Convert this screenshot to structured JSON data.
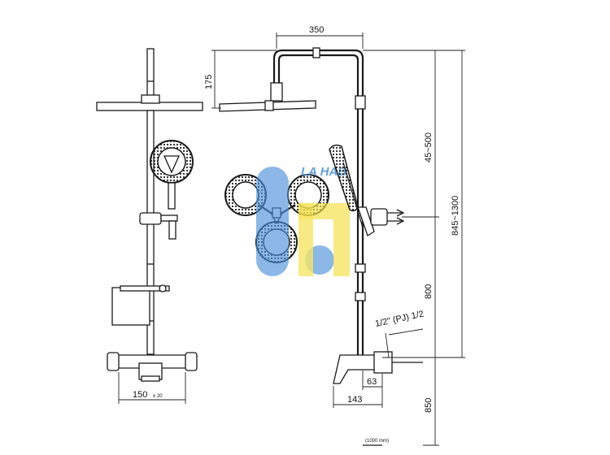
{
  "dimensions": {
    "top_width": "350",
    "head_height": "175",
    "arm_range": "45~500",
    "total_range": "845~1300",
    "bar_height": "800",
    "inlet_label": "1/2\" (PJ) 1/2",
    "mixer_depth": "63",
    "mixer_projection": "143",
    "floor_height": "850",
    "left_spacing": "150",
    "left_spacing_tol": "± 20",
    "footer_note": "(1000 mm)"
  },
  "watermark": {
    "text": "LA HAB",
    "colors": [
      "#4a90d9",
      "#f5e14a"
    ]
  },
  "colors": {
    "line": "#1a1a1a",
    "spray_ring": "#2a2a2a"
  }
}
